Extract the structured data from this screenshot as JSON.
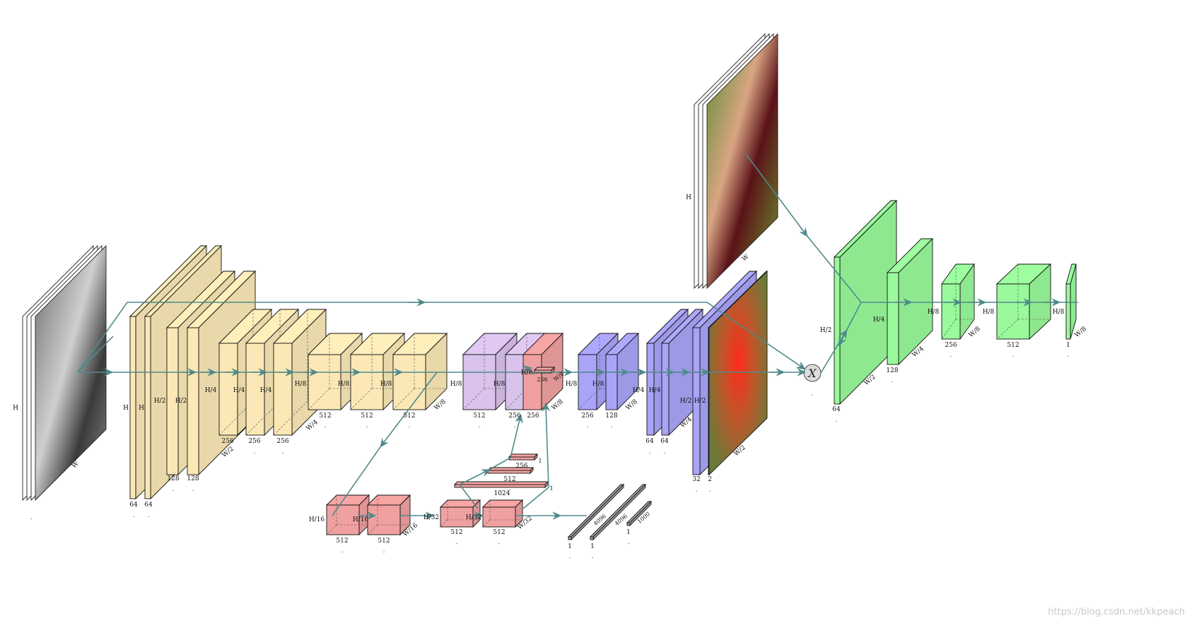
{
  "colors": {
    "encoder": "#fbe8b6",
    "decoder_purple": "#d9c2ec",
    "decoder_blue": "#a9a4f8",
    "branch_red": "#f0a0a0",
    "classifier": "#99f99b",
    "fc_gray": "#a8a8a8",
    "arrow": "#4f8a8b"
  },
  "input_gray": {
    "h": "H",
    "w": "W"
  },
  "input_color": {
    "h": "H",
    "w": "W"
  },
  "operator": {
    "symbol": "X"
  },
  "encoder": {
    "b1": {
      "h": "H",
      "c": "64"
    },
    "b2": {
      "h": "H",
      "c": "64"
    },
    "b3": {
      "h": "H/2",
      "c": "128"
    },
    "b4": {
      "h": "H/2",
      "c": "128"
    },
    "b5": {
      "h": "H/4",
      "c": "256",
      "w": "W/2"
    },
    "b6": {
      "h": "H/4",
      "c": "256"
    },
    "b7": {
      "h": "H/4",
      "c": "256"
    },
    "b8": {
      "h": "H/8",
      "c": "512",
      "w": "W/4"
    },
    "b9": {
      "h": "H/8",
      "c": "512"
    },
    "b10": {
      "h": "H/8",
      "c": "512",
      "w": "W/8"
    }
  },
  "decoder": {
    "p1": {
      "h": "H/8",
      "c": "512"
    },
    "p2": {
      "h": "H/8",
      "c": "256"
    },
    "r1": {
      "h": "H/8",
      "c": "256",
      "w": "W/8"
    },
    "fuse": {
      "c": "256",
      "w": "W/8"
    },
    "b1": {
      "h": "H/8",
      "c": "256"
    },
    "b2": {
      "h": "H/8",
      "c": "128",
      "w": "W/8"
    },
    "b3": {
      "h": "H/4",
      "c": "64"
    },
    "b4": {
      "h": "H/4",
      "c": "64",
      "w": "W/4"
    },
    "b5": {
      "h": "H/2",
      "c": "32"
    },
    "b6": {
      "h": "H/2",
      "c": "2"
    },
    "out": {
      "w": "W/2"
    }
  },
  "branch": {
    "r1": {
      "h": "H/16",
      "c": "512"
    },
    "r2": {
      "h": "H/16",
      "c": "512",
      "w": "W/16"
    },
    "r3": {
      "h": "H/32",
      "c": "512"
    },
    "r4": {
      "h": "H/32",
      "c": "512",
      "w": "W/32"
    },
    "bar1024": {
      "c": "1024",
      "d": "1"
    },
    "bar512": {
      "c": "512"
    },
    "bar256": {
      "c": "256",
      "d": "1"
    }
  },
  "fc": {
    "f1": {
      "c": "1",
      "d": "4096"
    },
    "f2": {
      "c": "1",
      "d": "4096"
    },
    "f3": {
      "c": "1",
      "d": "1000"
    }
  },
  "classifier": {
    "g1": {
      "h": "H/2",
      "c": "64",
      "w": "W/2"
    },
    "g2": {
      "h": "H/4",
      "c": "128",
      "w": "W/4"
    },
    "g3": {
      "h": "H/8",
      "c": "256",
      "w": "W/8"
    },
    "g4": {
      "h": "H/8",
      "c": "512"
    },
    "g5": {
      "h": "H/8",
      "c": "1",
      "w": "W/8"
    }
  },
  "watermark": "https://blog.csdn.net/kkpeach"
}
